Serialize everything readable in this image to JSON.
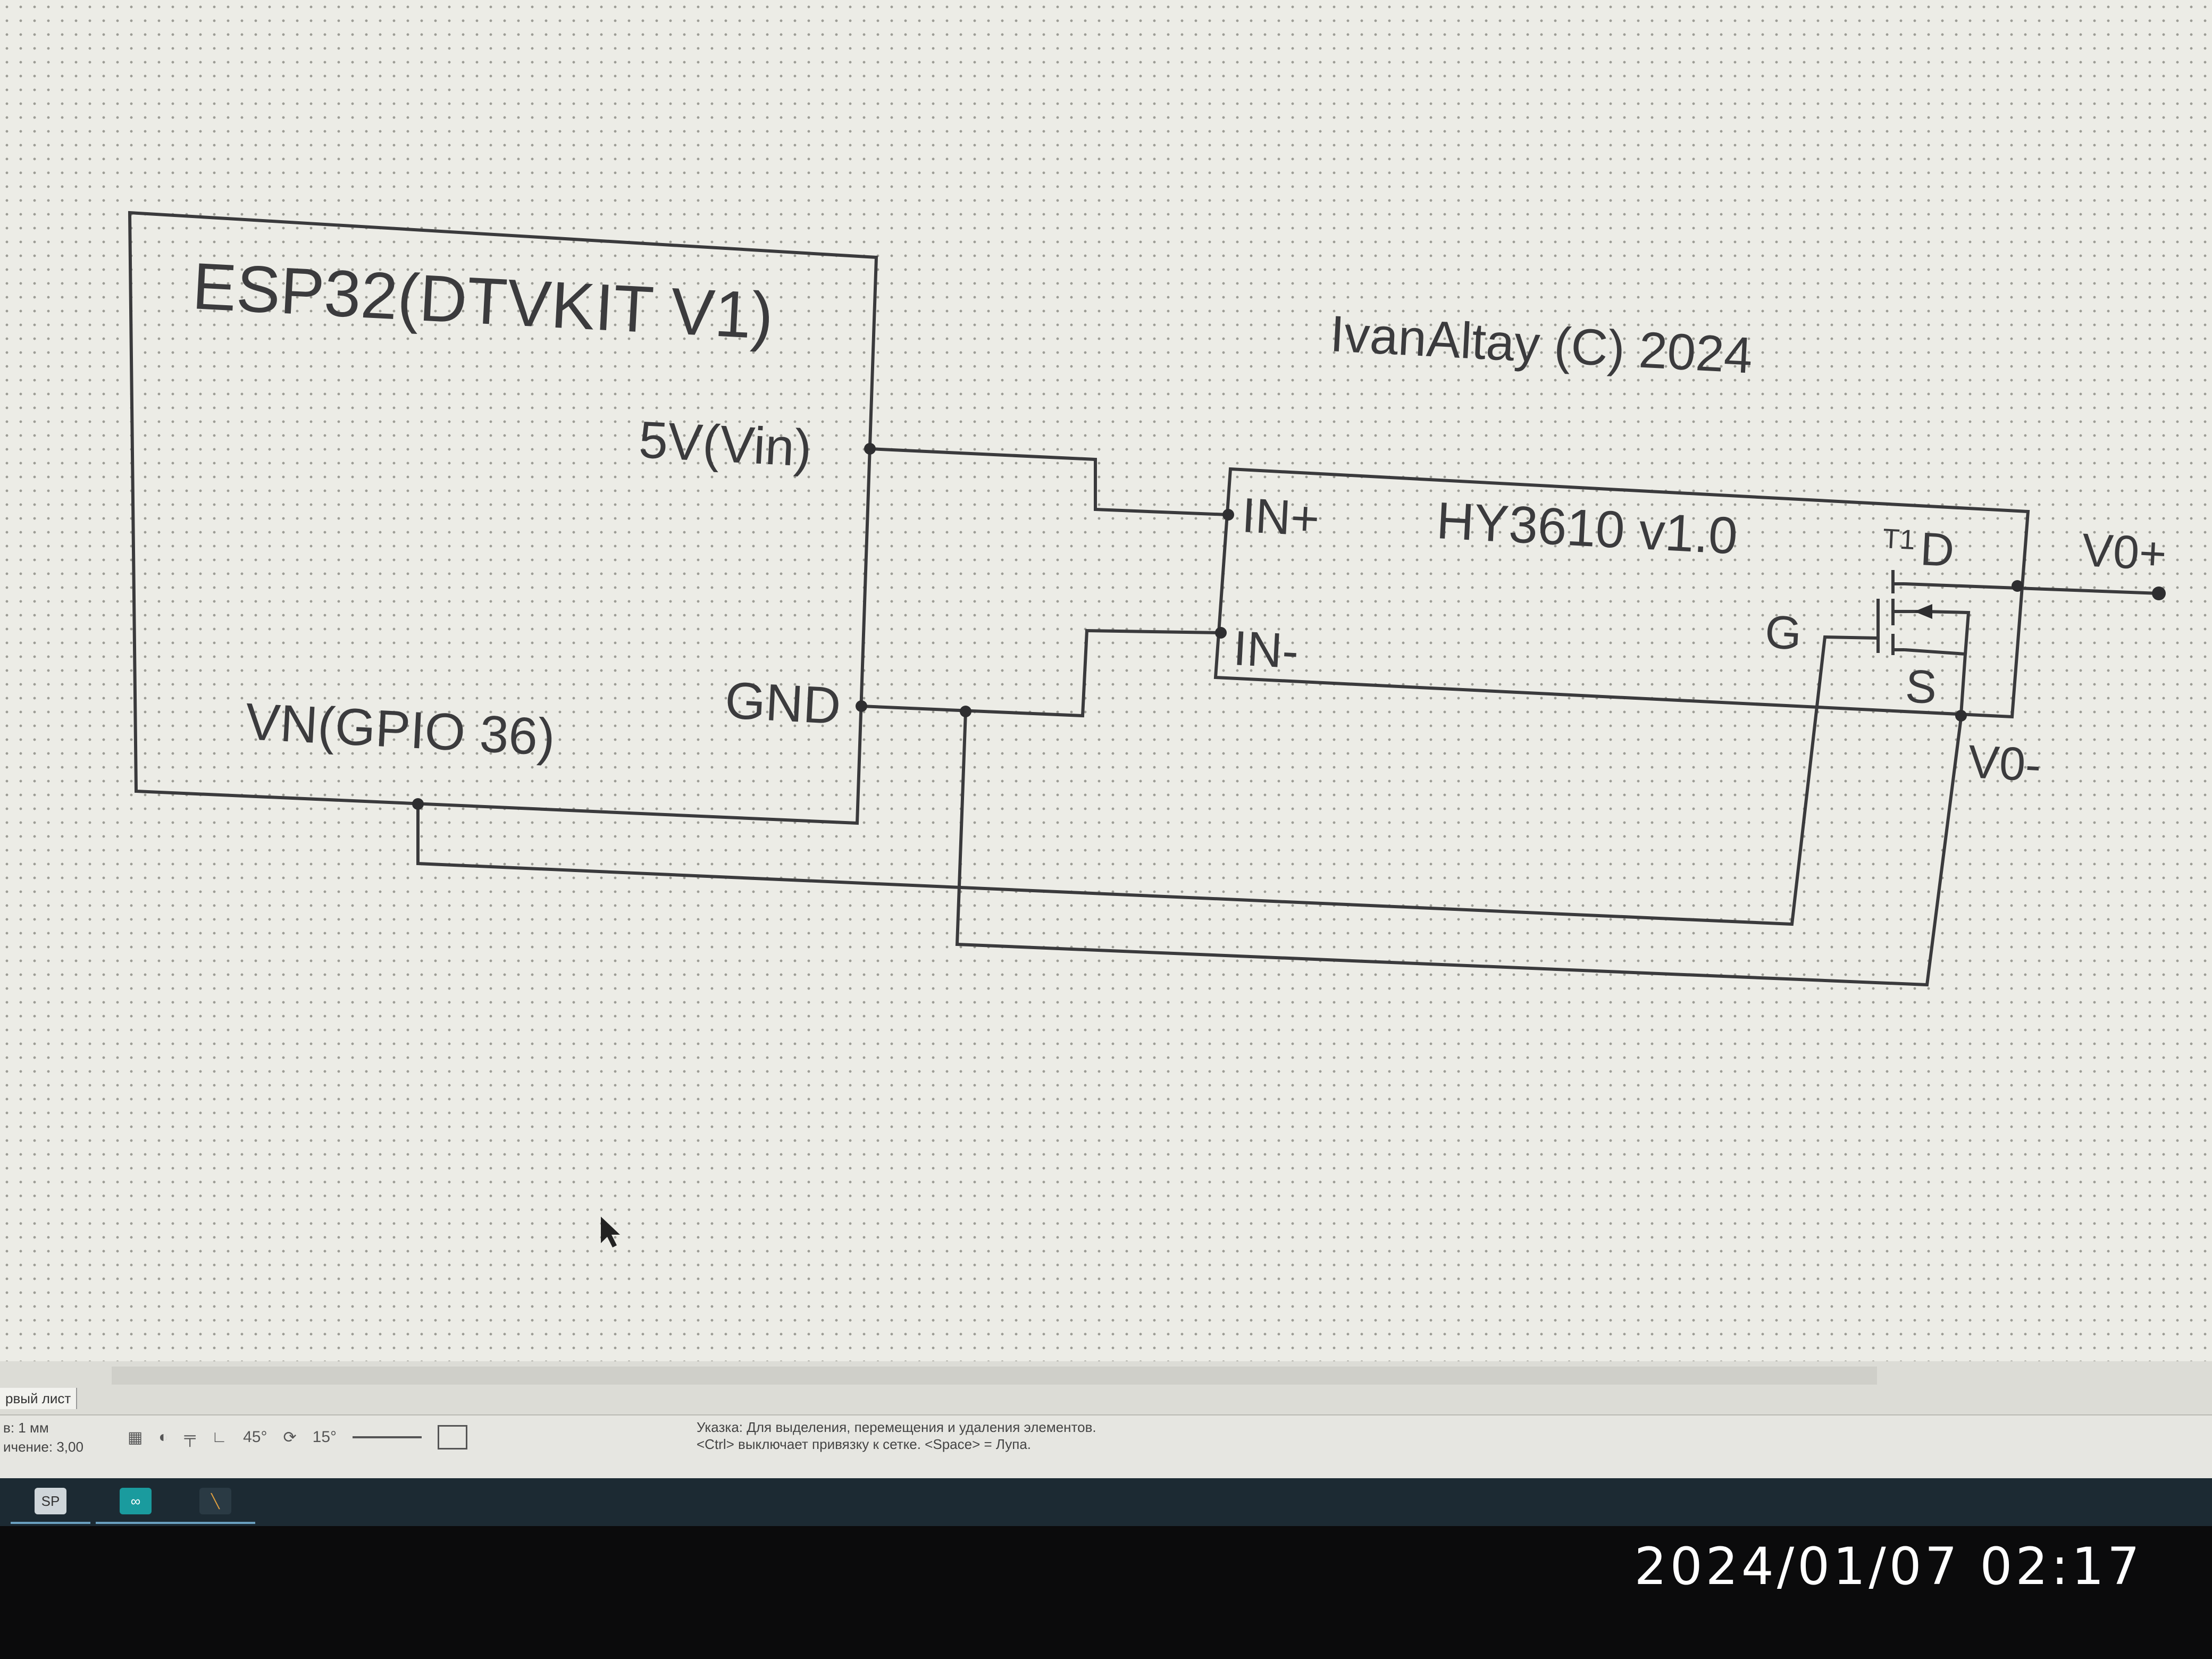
{
  "schematic": {
    "title_esp": "ESP32(DTVKIT V1)",
    "credit": "IvanAltay (C) 2024",
    "esp_pins": {
      "vin": "5V(Vin)",
      "gnd": "GND",
      "vn": "VN(GPIO 36)"
    },
    "module_title": "HY3610 v1.0",
    "module_pins": {
      "in_plus": "IN+",
      "in_minus": "IN-"
    },
    "transistor": {
      "ref": "T1",
      "drain": "D",
      "gate": "G",
      "source": "S"
    },
    "outputs": {
      "vo_plus": "V0+",
      "vo_minus": "V0-"
    }
  },
  "tabs": {
    "sheet": "рвый лист"
  },
  "status": {
    "unit": "в: 1 мм",
    "scale": "ичение: 3,00",
    "angle": "45°",
    "rotation": "15°",
    "hint_line1": "Указка: Для выделения, перемещения и удаления элементов.",
    "hint_line2": "<Ctrl> выключает привязку к сетке. <Space> = Лупа."
  },
  "taskbar": {
    "app1": "SP"
  },
  "timestamp": "2024/01/07  02:17"
}
